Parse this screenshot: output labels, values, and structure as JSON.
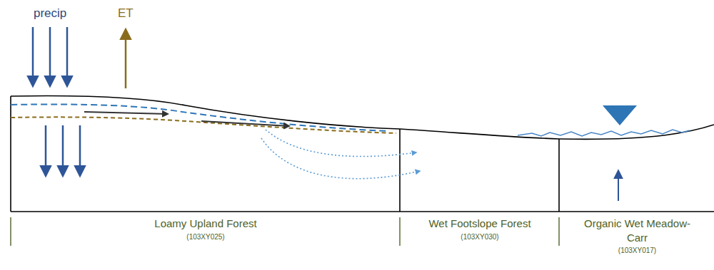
{
  "diagram": {
    "nodes": [
      {
        "text": [
          "Loamy Upland Forest",
          "(103XY025)"
        ]
      },
      {
        "text": [
          "Wet Footslope Forest",
          "(103XY030)"
        ]
      },
      {
        "text": [
          "Organic Wet Meadow-Carr",
          "(103XY017)"
        ]
      }
    ],
    "labels": [
      "precip",
      "ET"
    ]
  }
}
